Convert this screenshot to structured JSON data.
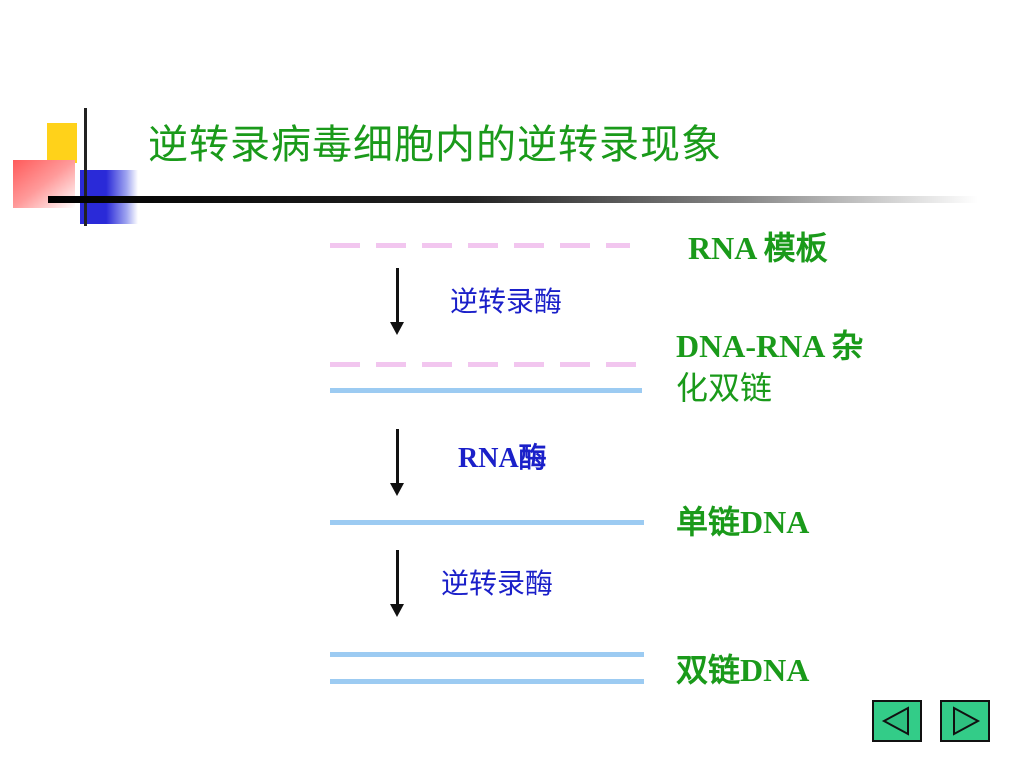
{
  "slide": {
    "title": "逆转录病毒细胞内的逆转录现象"
  },
  "diagram": {
    "labels": {
      "rna_template": "RNA 模板",
      "hybrid_line1": "DNA-RNA  杂",
      "hybrid_line2": "化双链",
      "single_dna": "单链DNA",
      "double_dna": "双链DNA"
    },
    "enzymes": {
      "step1": "逆转录酶",
      "step2": "RNA酶",
      "step3": "逆转录酶"
    },
    "colors": {
      "rna_strand": "#f2c6ef",
      "dna_strand": "#9ccbf2",
      "label_green": "#1a9a1a",
      "enzyme_blue": "#1b20c9"
    }
  },
  "navigation": {
    "prev_icon": "triangle-left-icon",
    "next_icon": "triangle-right-icon"
  }
}
